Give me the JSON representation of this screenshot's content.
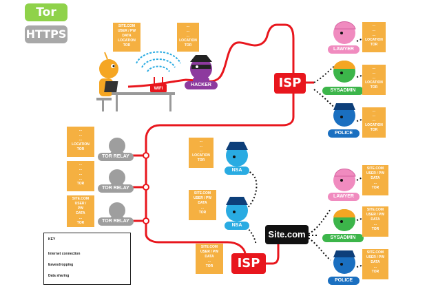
{
  "buttons": {
    "tor": "Tor",
    "https": "HTTPS"
  },
  "labels": {
    "isp_top": "ISP",
    "isp_bottom": "ISP",
    "site": "Site.com",
    "wifi": "WIFI",
    "hacker": "HACKER",
    "lawyer": "LAWYER",
    "sysadmin": "SYSADMIN",
    "police": "POLICE",
    "nsa": "NSA",
    "tor_relay": "TOR RELAY"
  },
  "notes": {
    "user": "SITE.COM\nUSER / PW\nDATA\nLOCATION\nTOR",
    "hacker": "...\n...\n...\nLOCATION\nTOR",
    "isp_side_top": "...\n...\n...\nLOCATION\nTOR",
    "relay": "...\n...\n...\nLOCATION\nTOR",
    "relay_mid": "...\n...\n...\n...\nTOR",
    "relay_bottom": "SITE.COM\nUSER /\nPW\nDATA\n...\nTOR",
    "nsa_top": "...\n...\n...\nLOCATION\nTOR",
    "nsa_bottom": "SITE.COM\nUSER / PW\nDATA\n...\nTOR",
    "isp_bottom": "SITE.COM\nUSER / PW\nDATA\n...\nTOR",
    "site_side": "SITE.COM\nUSER / PW\nDATA\n...\nTOR"
  },
  "key": {
    "title": "KEY",
    "internet": "Internet connection",
    "eavesdropping": "Eavesdropping",
    "sharing": "Data sharing"
  },
  "colors": {
    "connection": "#e8161d",
    "eavesdrop": "#29abe2",
    "sharing": "#111111",
    "note": "#f5b041",
    "tor": "#8fd24a",
    "https": "#a8a8a8"
  }
}
